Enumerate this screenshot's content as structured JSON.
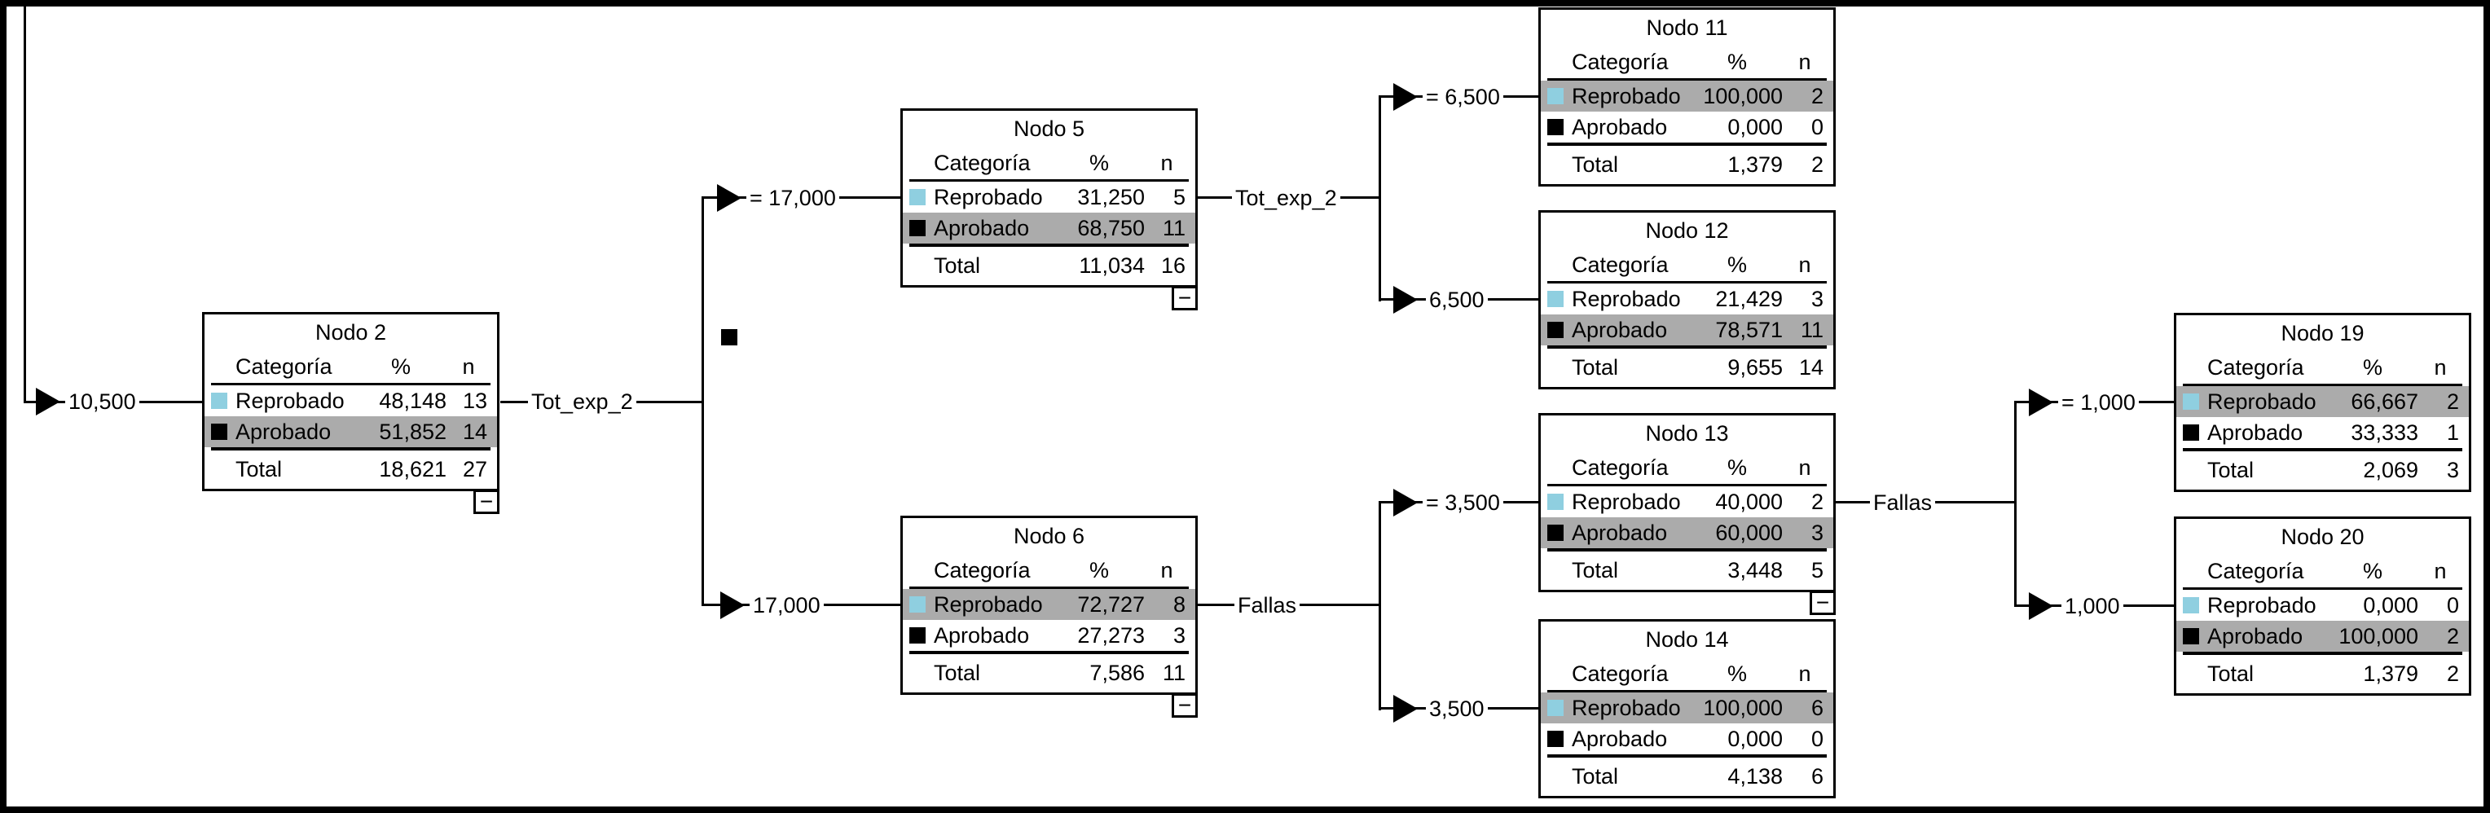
{
  "diagram": {
    "type": "decision-tree",
    "language": "es",
    "columns": {
      "category": "Categoría",
      "percent": "%",
      "count": "n"
    },
    "total_label": "Total",
    "collapse_glyph": "−",
    "category_colors": {
      "Reprobado": "#8FCFE0",
      "Aprobado": "#000000"
    },
    "highlight_row_color": "#ABABAB",
    "edges": {
      "root_label": "10,500",
      "splits": [
        {
          "variable": "Tot_exp_2",
          "branch_top": "= 17,000",
          "branch_bottom": "17,000"
        },
        {
          "variable": "Tot_exp_2",
          "branch_top": "= 6,500",
          "branch_bottom": "6,500"
        },
        {
          "variable": "Fallas",
          "branch_top": "= 3,500",
          "branch_bottom": "3,500"
        },
        {
          "variable": "Fallas",
          "branch_top": "= 1,000",
          "branch_bottom": "1,000"
        }
      ]
    },
    "nodes": [
      {
        "title": "Nodo 2",
        "rows": [
          {
            "category": "Reprobado",
            "pct": "48,148",
            "n": "13"
          },
          {
            "category": "Aprobado",
            "pct": "51,852",
            "n": "14"
          }
        ],
        "total": {
          "pct": "18,621",
          "n": "27"
        },
        "highlighted": "Aprobado",
        "collapsible": true
      },
      {
        "title": "Nodo 5",
        "rows": [
          {
            "category": "Reprobado",
            "pct": "31,250",
            "n": "5"
          },
          {
            "category": "Aprobado",
            "pct": "68,750",
            "n": "11"
          }
        ],
        "total": {
          "pct": "11,034",
          "n": "16"
        },
        "highlighted": "Aprobado",
        "collapsible": true
      },
      {
        "title": "Nodo 6",
        "rows": [
          {
            "category": "Reprobado",
            "pct": "72,727",
            "n": "8"
          },
          {
            "category": "Aprobado",
            "pct": "27,273",
            "n": "3"
          }
        ],
        "total": {
          "pct": "7,586",
          "n": "11"
        },
        "highlighted": "Reprobado",
        "collapsible": true
      },
      {
        "title": "Nodo 11",
        "rows": [
          {
            "category": "Reprobado",
            "pct": "100,000",
            "n": "2"
          },
          {
            "category": "Aprobado",
            "pct": "0,000",
            "n": "0"
          }
        ],
        "total": {
          "pct": "1,379",
          "n": "2"
        },
        "highlighted": "Reprobado",
        "collapsible": false
      },
      {
        "title": "Nodo 12",
        "rows": [
          {
            "category": "Reprobado",
            "pct": "21,429",
            "n": "3"
          },
          {
            "category": "Aprobado",
            "pct": "78,571",
            "n": "11"
          }
        ],
        "total": {
          "pct": "9,655",
          "n": "14"
        },
        "highlighted": "Aprobado",
        "collapsible": false
      },
      {
        "title": "Nodo 13",
        "rows": [
          {
            "category": "Reprobado",
            "pct": "40,000",
            "n": "2"
          },
          {
            "category": "Aprobado",
            "pct": "60,000",
            "n": "3"
          }
        ],
        "total": {
          "pct": "3,448",
          "n": "5"
        },
        "highlighted": "Aprobado",
        "collapsible": true
      },
      {
        "title": "Nodo 14",
        "rows": [
          {
            "category": "Reprobado",
            "pct": "100,000",
            "n": "6"
          },
          {
            "category": "Aprobado",
            "pct": "0,000",
            "n": "0"
          }
        ],
        "total": {
          "pct": "4,138",
          "n": "6"
        },
        "highlighted": "Reprobado",
        "collapsible": false
      },
      {
        "title": "Nodo 19",
        "rows": [
          {
            "category": "Reprobado",
            "pct": "66,667",
            "n": "2"
          },
          {
            "category": "Aprobado",
            "pct": "33,333",
            "n": "1"
          }
        ],
        "total": {
          "pct": "2,069",
          "n": "3"
        },
        "highlighted": "Reprobado",
        "collapsible": false
      },
      {
        "title": "Nodo 20",
        "rows": [
          {
            "category": "Reprobado",
            "pct": "0,000",
            "n": "0"
          },
          {
            "category": "Aprobado",
            "pct": "100,000",
            "n": "2"
          }
        ],
        "total": {
          "pct": "1,379",
          "n": "2"
        },
        "highlighted": "Aprobado",
        "collapsible": false
      }
    ]
  }
}
